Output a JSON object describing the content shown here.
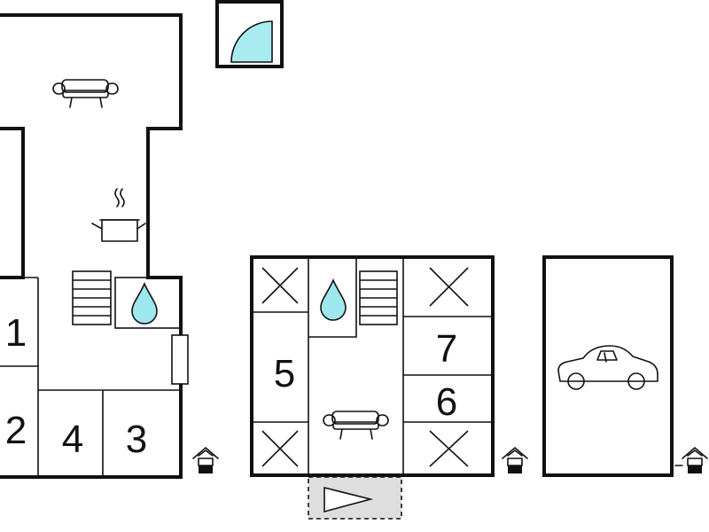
{
  "rooms": [
    {
      "id": "room-1",
      "label": "1"
    },
    {
      "id": "room-2",
      "label": "2"
    },
    {
      "id": "room-3",
      "label": "3"
    },
    {
      "id": "room-4",
      "label": "4"
    },
    {
      "id": "room-5",
      "label": "5"
    },
    {
      "id": "room-6",
      "label": "6"
    },
    {
      "id": "room-7",
      "label": "7"
    }
  ],
  "icons": {
    "sofa": "sofa-icon",
    "cooking_pot": "cooking-pot-icon",
    "water_drop": "water-drop-icon",
    "stairs": "stairs-icon",
    "car": "car-icon",
    "door": "door-icon",
    "entrance": "entrance-icon",
    "terrace": "terrace-icon",
    "bed_marker": "x-marker-icon"
  },
  "colors": {
    "wall": "#111111",
    "water": "#9ee7ee",
    "door_fill": "#a9ecef",
    "terrace_fill": "#dedede"
  }
}
